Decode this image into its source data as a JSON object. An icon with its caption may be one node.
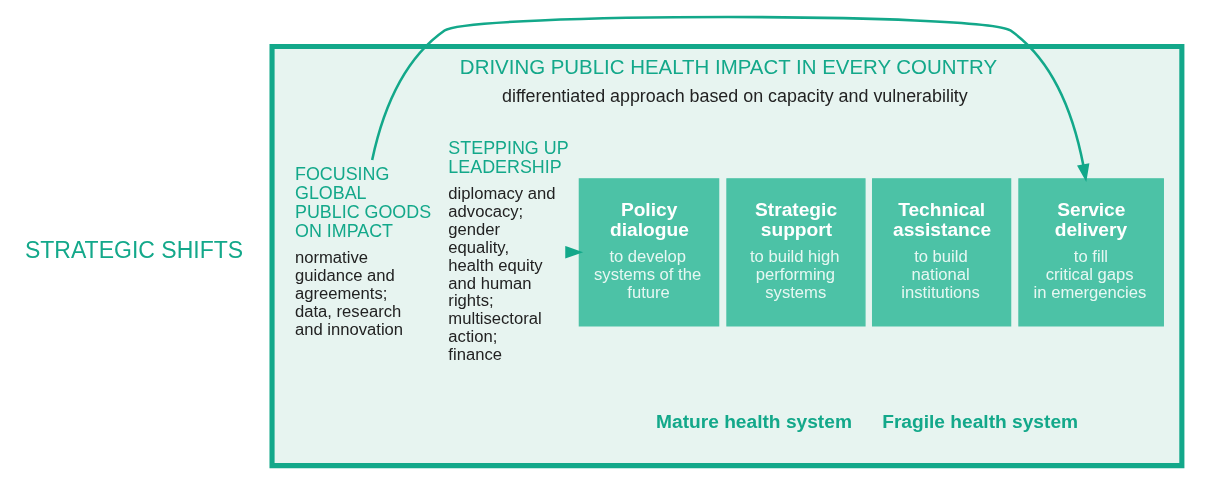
{
  "diagram": {
    "nodes": [
      {
        "text": [
          "DRIVING PUBLIC HEALTH IMPACT IN EVERY COUNTRY",
          "differentiated approach based on capacity and vulnerability"
        ]
      },
      {
        "text": [
          "Policy dialogue",
          "to develop systems of the future"
        ],
        "in": 0
      },
      {
        "text": [
          "Strategic support",
          "to build high performing systems"
        ],
        "in": 0
      },
      {
        "text": [
          "Technical assistance",
          "to build national institutions"
        ],
        "in": 0
      },
      {
        "text": [
          "Service delivery",
          "to fill critical gaps in emergencies"
        ],
        "in": 0
      },
      {
        "text": [
          "STEPPING UP LEADERSHIP",
          "diplomacy and advocacy; gender equality, health equity and human rights; multisectoral action; finance"
        ],
        "in": 0
      },
      {
        "text": [
          "FOCUSING GLOBAL PUBLIC GOODS ON IMPACT",
          "normative guidance and agreements; data, research and innovation"
        ],
        "in": 0
      }
    ],
    "edges": [
      {
        "from": 5,
        "to": 1,
        "arrow": "to"
      },
      {
        "from": 6,
        "to": 4,
        "arrow": "to"
      }
    ],
    "labels": [
      "STRATEGIC SHIFTS",
      "Mature health system",
      "Fragile health system"
    ]
  }
}
